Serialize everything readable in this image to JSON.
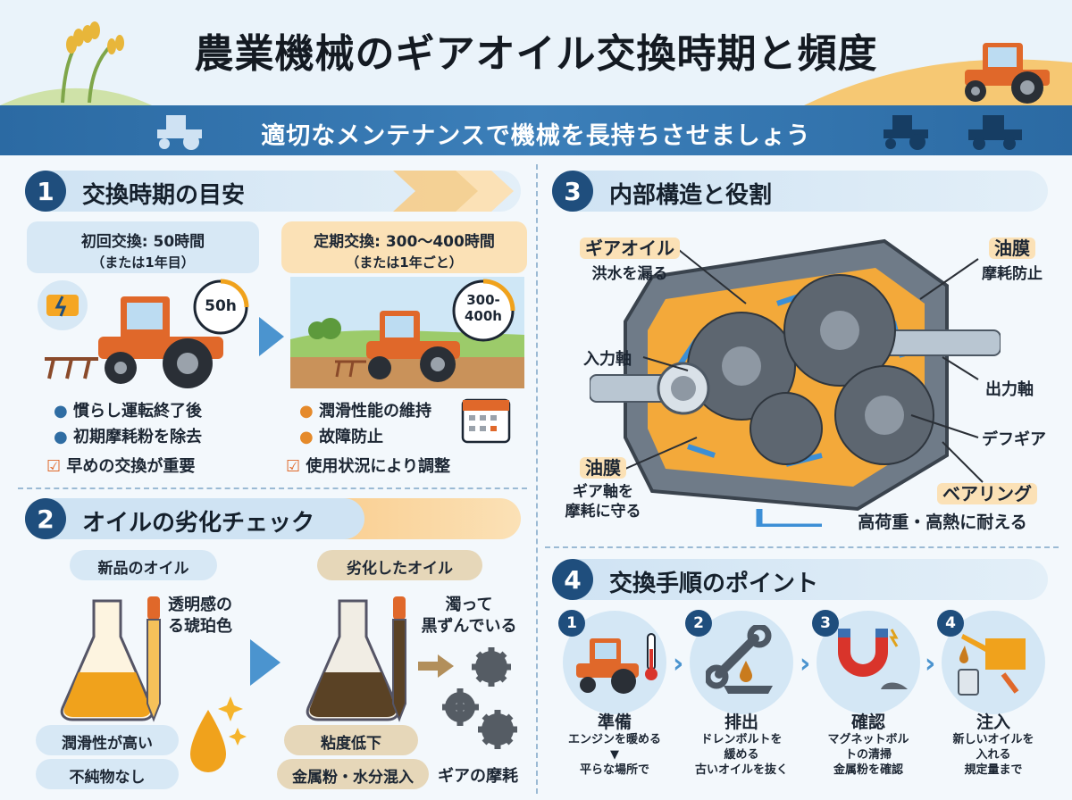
{
  "header": {
    "title": "農業機械のギアオイル交換時期と頻度",
    "subtitle": "適切なメンテナンスで機械を長持ちさせましょう"
  },
  "section1": {
    "number": "1",
    "title": "交換時期の目安",
    "first": {
      "label": "初回交換: 50時間",
      "note": "（または1年目）",
      "timer": "50h",
      "bullets": [
        "慣らし運転終了後",
        "初期摩耗粉を除去"
      ],
      "check": "早めの交換が重要"
    },
    "regular": {
      "label": "定期交換: 300〜400時間",
      "note": "（または1年ごと）",
      "timer": "300-\n400h",
      "bullets": [
        "潤滑性能の維持",
        "故障防止"
      ],
      "check": "使用状況により調整"
    }
  },
  "section2": {
    "number": "2",
    "title": "オイルの劣化チェック",
    "new_oil": {
      "label": "新品のオイル",
      "desc": "透明感の\nる琥珀色",
      "tags": [
        "潤滑性が高い",
        "不純物なし"
      ]
    },
    "old_oil": {
      "label": "劣化したオイル",
      "desc": "濁って\n黒ずんでいる",
      "tags": [
        "粘度低下",
        "金属粉・水分混入"
      ],
      "gear_note": "ギアの摩耗"
    }
  },
  "section3": {
    "number": "3",
    "title": "内部構造と役割",
    "callouts": {
      "gear_oil": "ギアオイル",
      "gear_oil_sub": "洪水を漏る",
      "oil_film_top": "油膜",
      "oil_film_top_sub": "摩耗防止",
      "input_shaft": "入力軸",
      "output_shaft": "出力軸",
      "diff_gear": "デフギア",
      "oil_film_bottom": "油膜",
      "oil_film_bottom_sub": "ギア軸を\n摩耗に守る",
      "bearing": "ベアリング",
      "bearing_sub": "高荷重・高熱に耐える"
    }
  },
  "section4": {
    "number": "4",
    "title": "交換手順のポイント",
    "steps": [
      {
        "num": "1",
        "title": "準備",
        "desc": "エンジンを暖める\n▼\n平らな場所で"
      },
      {
        "num": "2",
        "title": "排出",
        "desc": "ドレンボルトを\n緩める\n古いオイルを抜く"
      },
      {
        "num": "3",
        "title": "確認",
        "desc": "マグネットボル\nトの清掃\n金属粉を確認"
      },
      {
        "num": "4",
        "title": "注入",
        "desc": "新しいオイルを\n入れる\n規定量まで"
      }
    ]
  },
  "colors": {
    "navy": "#1f4e7d",
    "banner": "#2b6aa3",
    "tractor_orange": "#e0682a",
    "amber_oil": "#f0a21c",
    "dark_oil": "#5a4225",
    "light_blue": "#d7e8f5",
    "tan": "#fbe1b6"
  }
}
